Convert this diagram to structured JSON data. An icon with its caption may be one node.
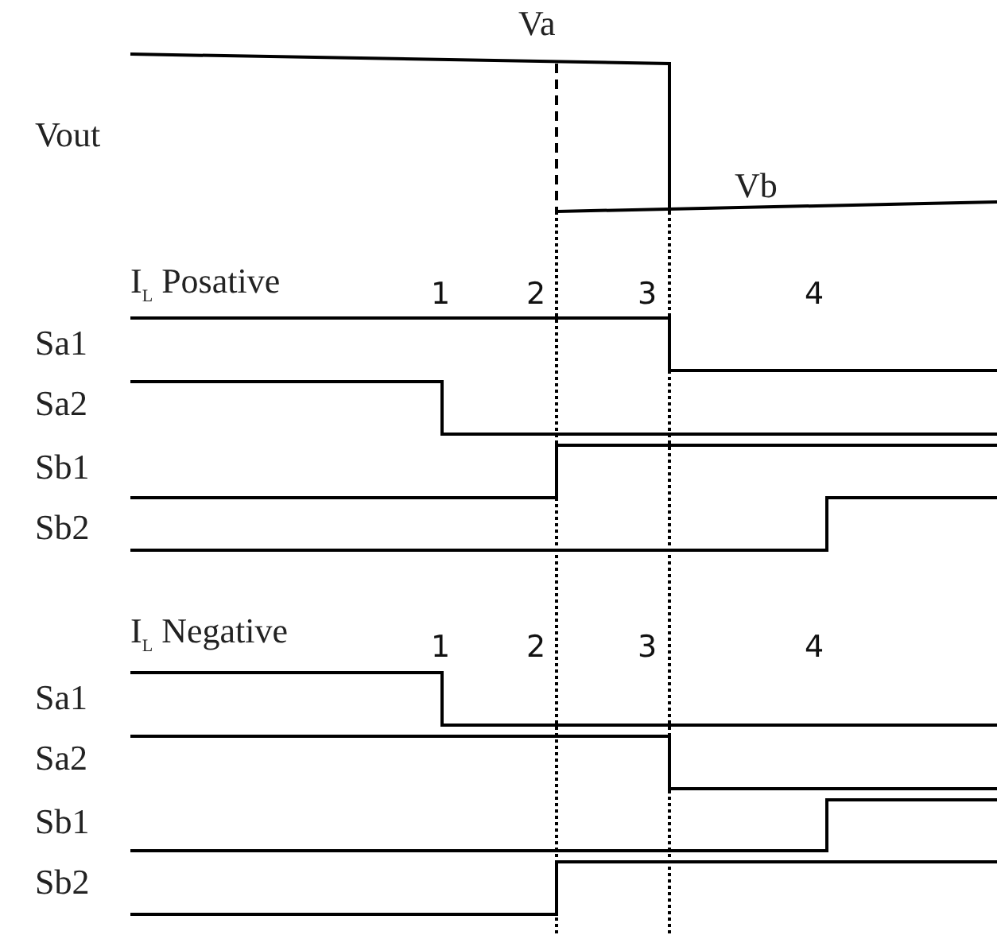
{
  "diagram": {
    "labels": [
      "Va",
      "Vout",
      "Vb",
      "I$_{L}$ Posative",
      "1",
      "2",
      "3",
      "4",
      "Sa1",
      "Sa2",
      "Sb1",
      "Sb2",
      "I$_{L}$ Negative",
      "1",
      "2",
      "3",
      "4",
      "Sa1",
      "Sa2",
      "Sb1",
      "Sb2"
    ]
  }
}
